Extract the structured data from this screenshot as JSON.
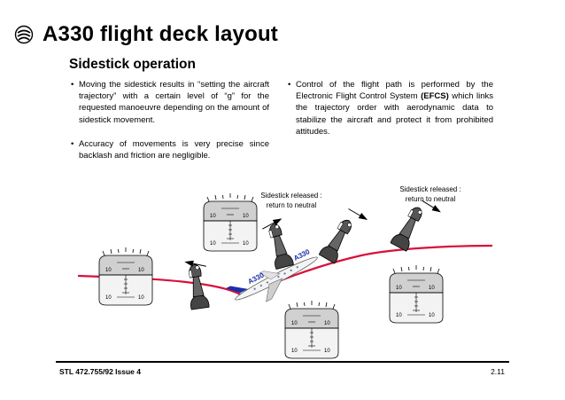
{
  "header": {
    "title": "A330 flight deck layout",
    "logo_icon": "airbus-swirl-icon"
  },
  "section": {
    "title": "Sidestick operation"
  },
  "left_column": {
    "bullets": [
      "Moving the sidestick results in “setting the aircraft trajectory” with a certain level of “g” for the requested manoeuvre depending on the amount of sidestick movement.",
      "Accuracy of movements is very precise since backlash and friction are negligible."
    ]
  },
  "right_column": {
    "bullet_before": "Control of the flight path is performed by the Electronic Flight Control System ",
    "bullet_emphasis": "(EFCS)",
    "bullet_after": " which links the trajectory order with aerodynamic data to stabilize the aircraft and protect it from prohibited attitudes."
  },
  "diagram": {
    "notes": {
      "center": "Sidestick released :\nreturn to neutral",
      "right": "Sidestick released :\nreturn to neutral"
    },
    "instrument_scale": "10",
    "aircraft_label": "A330",
    "colors": {
      "flight_path": "#d8103c",
      "aircraft_tail": "#1a2fa8",
      "horizon_sky": "#d0d0d0",
      "horizon_ground": "#f2f2f2"
    }
  },
  "footer": {
    "left": "STL 472.755/92 Issue 4",
    "right": "2.11"
  }
}
